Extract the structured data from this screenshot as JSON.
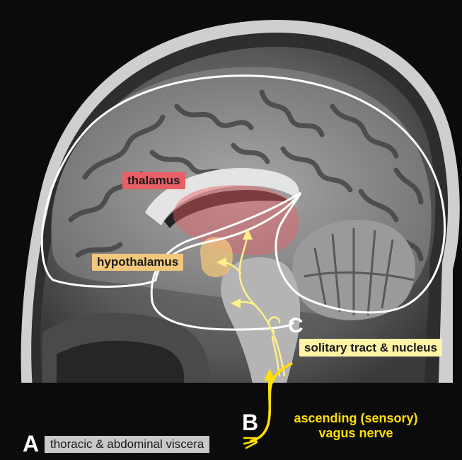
{
  "labels": {
    "thalamus": "thalamus",
    "hypothalamus": "hypothalamus",
    "solitary": "solitary tract & nucleus",
    "viscera": "thoracic & abdominal viscera",
    "vagus_line1": "ascending (sensory)",
    "vagus_line2": "vagus nerve"
  },
  "markers": {
    "a": "A",
    "b": "B",
    "c": "C"
  },
  "colors": {
    "thalamus": "#e85f66",
    "hypothalamus": "#f3c77c",
    "pathway": "#fff08a",
    "vagus": "#ffe000",
    "outline": "#ffffff"
  }
}
